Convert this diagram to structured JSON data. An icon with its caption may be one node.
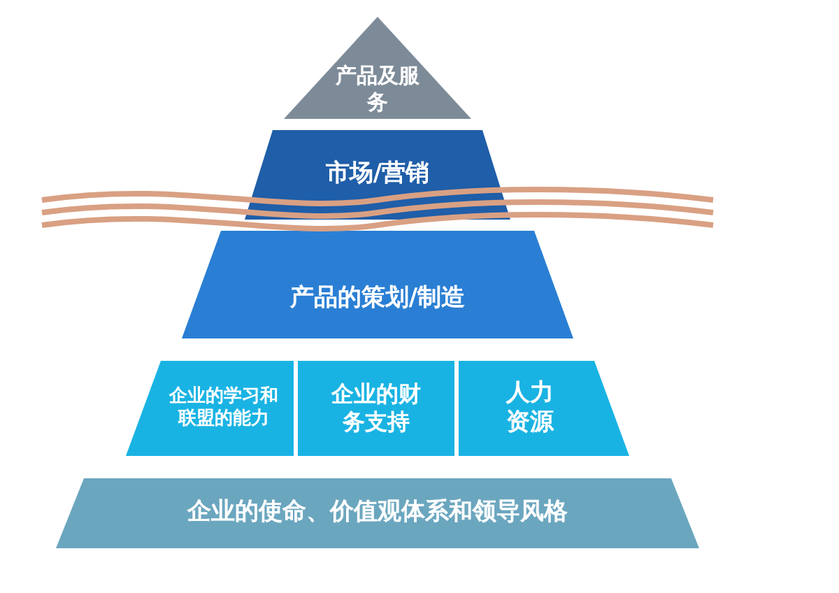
{
  "diagram": {
    "nodes": [
      {
        "text": [
          "产品及服务"
        ]
      },
      {
        "text": [
          "市场/营销"
        ]
      },
      {
        "text": [
          "产品的策划/制造"
        ]
      },
      {
        "text": [
          "企业的学习和联盟的能力"
        ]
      },
      {
        "text": [
          "企业的财务支持"
        ]
      },
      {
        "text": [
          "人力资源"
        ]
      },
      {
        "text": [
          "企业的使命、价值观体系和领导风格"
        ]
      }
    ]
  }
}
